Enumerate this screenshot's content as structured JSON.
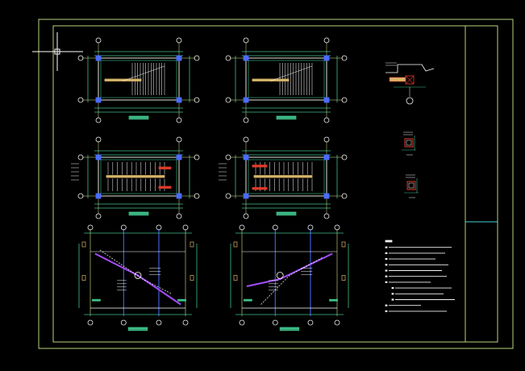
{
  "drawing": {
    "background": "#000000",
    "colors": {
      "frame": "#b8d27c",
      "dim": "#3fc08a",
      "grid_axis": "#d9e68a",
      "wall": "#ffffff",
      "beam_blue": "#4a6cff",
      "stair_orange": "#d7b56a",
      "stair_red": "#e03a2a",
      "purple": "#a24cff",
      "text_white": "#f2f2f2",
      "cyan": "#3fd4d4"
    },
    "title_block": {
      "present": true
    },
    "crosshair_cursor": {
      "present": true
    },
    "views": [
      {
        "id": "plan-1",
        "kind": "stair-plan",
        "title_label": ""
      },
      {
        "id": "plan-2",
        "kind": "stair-plan",
        "title_label": ""
      },
      {
        "id": "plan-3",
        "kind": "stair-plan",
        "title_label": ""
      },
      {
        "id": "plan-4",
        "kind": "stair-plan",
        "title_label": ""
      },
      {
        "id": "section-1",
        "kind": "stair-section",
        "title_label": ""
      },
      {
        "id": "section-2",
        "kind": "stair-section",
        "title_label": ""
      }
    ],
    "details": [
      {
        "id": "node-detail",
        "kind": "joint-detail"
      },
      {
        "id": "column-detail-1",
        "kind": "column-section"
      },
      {
        "id": "column-detail-2",
        "kind": "column-section"
      }
    ],
    "notes": {
      "present": true,
      "line_count": 12
    }
  }
}
